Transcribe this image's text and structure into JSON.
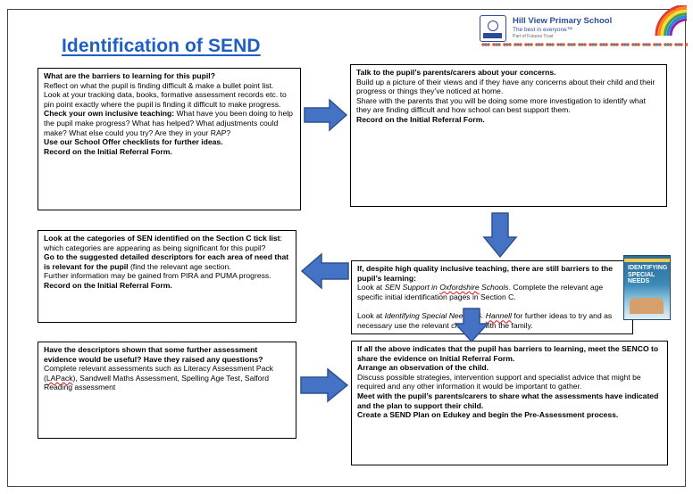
{
  "title": "Identification of SEND",
  "logo": {
    "school_name": "Hill View Primary School",
    "tagline": "The best in everyone™",
    "subtagline": "Part of Futures Trust",
    "rainbow_colors": [
      "#e53935",
      "#fb8c00",
      "#fdd835",
      "#43a047",
      "#1e88e5",
      "#8e24aa"
    ]
  },
  "box1": {
    "heading": "What are the barriers to learning for this pupil?",
    "p1": "Reflect on what the pupil is finding difficult & make a bullet point list.",
    "p2": "Look at your tracking data, books, formative assessment records etc. to pin point exactly where the pupil is finding it difficult to make progress.",
    "p3_bold": "Check your own inclusive teaching:",
    "p3": " What have you been doing to help the pupil make progress? What has helped? What adjustments could make? What else could you try?  Are they in your RAP?",
    "p4": "Use our School Offer checklists for further ideas.",
    "p5": "Record on the Initial Referral Form."
  },
  "box2": {
    "heading": "Talk to the pupil’s parents/carers about your concerns.",
    "p1": "Build up a picture of their views and if they have any concerns about their child and their progress or things they’ve noticed at home.",
    "p2": "Share with the parents that you will be doing some more investigation to identify what they are finding difficult and how school can best support them.",
    "p3": "Record on the Initial Referral Form."
  },
  "box3": {
    "heading": "If, despite high quality inclusive teaching, there are still barriers to the pupil’s learning:",
    "p1_pre": "Look at ",
    "p1_it1": "SEN Support in ",
    "p1_it2": "Oxfordshire",
    "p1_it3": " Schools",
    "p1_post": ".  Complete the relevant age specific initial identification pages in Section C.",
    "p2_pre": "Look at ",
    "p2_it1": "Identifying Special Needs, G. ",
    "p2_it2": "Hannell",
    "p2_post": " for further ideas to try and as necessary use the relevant checklist with the family."
  },
  "book": {
    "title_line1": "IDENTIFYING",
    "title_line2": "SPECIAL",
    "title_line3": "NEEDS"
  },
  "box4": {
    "p1_bold": "Look at the categories of SEN identified on the Section C tick list",
    "p1": ": which categories are appearing as being significant for this pupil?",
    "p2_bold": "Go to the suggested detailed descriptors for each area of need that is relevant for the pupil",
    "p2": " (find the relevant age section.",
    "p3": "Further information may be gained from PIRA and PUMA progress.  ",
    "p3_bold": "Record on the Initial Referral Form."
  },
  "box5": {
    "heading": "Have the descriptors shown that some further assessment evidence would be useful? Have they raised any questions?",
    "p1_pre": "Complete relevant assessments such as Literacy Assessment Pack (",
    "p1_sq": "LAPack",
    "p1_post": "), Sandwell Maths Assessment, Spelling Age Test, Salford Reading assessment"
  },
  "box6": {
    "heading": "If all the above indicates that the pupil has barriers to learning, meet the SENCO to share the evidence on Initial Referral Form.",
    "heading2": "Arrange an observation of the child.",
    "p1": "Discuss possible strategies, intervention support and specialist advice that might be required and any other information it would be important to gather.",
    "p2": "Meet with the pupil’s parents/carers to share what the assessments have indicated and the plan to support their child.",
    "p3": "Create a SEND Plan on Edukey and begin the Pre-Assessment process."
  },
  "colors": {
    "arrow_fill": "#4472c4",
    "arrow_stroke": "#2f528f",
    "title": "#1f5fc4"
  }
}
